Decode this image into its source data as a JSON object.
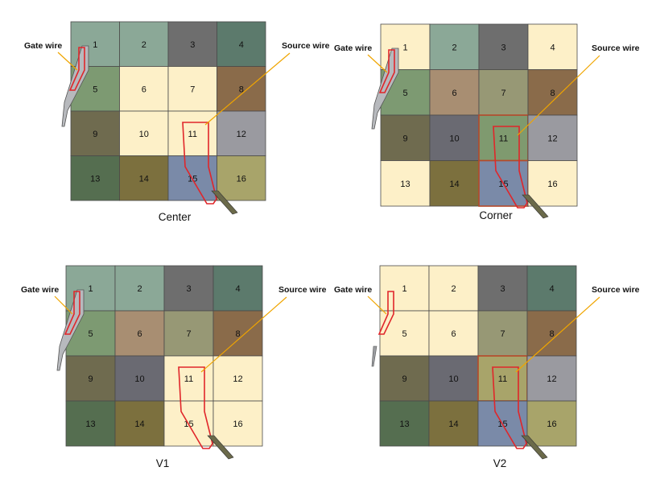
{
  "labels": {
    "gate": "Gate wire",
    "source": "Source wire"
  },
  "cell_numbers": [
    "1",
    "2",
    "3",
    "4",
    "5",
    "6",
    "7",
    "8",
    "9",
    "10",
    "11",
    "12",
    "13",
    "14",
    "15",
    "16"
  ],
  "colors": {
    "cream": "#fdf0c8",
    "grid_line": "#4a4a4a",
    "wire_red": "#e0262a",
    "leader": "#f0a500"
  },
  "panels": [
    {
      "id": "center",
      "caption": "Center",
      "cells": [
        "#8ba897",
        "#8ba897",
        "#6e6e6e",
        "#5c7a6c",
        "#7d9a72",
        "#fdf0c8",
        "#fdf0c8",
        "#8a6b4a",
        "#6f6b4f",
        "#fdf0c8",
        "#fdf0c8",
        "#9a9aa0",
        "#556e50",
        "#7c703e",
        "#7a8aa8",
        "#a8a46a"
      ],
      "highlight_cells": []
    },
    {
      "id": "corner",
      "caption": "Corner",
      "cells": [
        "#fdf0c8",
        "#8ba897",
        "#6e6e6e",
        "#fdf0c8",
        "#7d9a72",
        "#a88e72",
        "#979875",
        "#8a6b4a",
        "#6f6b4f",
        "#6a6a72",
        "#7f9a6f",
        "#9a9aa0",
        "#fdf0c8",
        "#7c703e",
        "#7a8aa8",
        "#fdf0c8"
      ],
      "highlight_cells": [
        "11",
        "15"
      ]
    },
    {
      "id": "v1",
      "caption": "V1",
      "cells": [
        "#8ba897",
        "#8ba897",
        "#6e6e6e",
        "#5c7a6c",
        "#7d9a72",
        "#a88e72",
        "#979875",
        "#8a6b4a",
        "#6f6b4f",
        "#6a6a72",
        "#fdf0c8",
        "#fdf0c8",
        "#556e50",
        "#7c703e",
        "#fdf0c8",
        "#fdf0c8"
      ],
      "highlight_cells": []
    },
    {
      "id": "v2",
      "caption": "V2",
      "cells": [
        "#fdf0c8",
        "#fdf0c8",
        "#6e6e6e",
        "#5c7a6c",
        "#fdf0c8",
        "#fdf0c8",
        "#979875",
        "#8a6b4a",
        "#6f6b4f",
        "#6a6a72",
        "#a8a46a",
        "#9a9aa0",
        "#556e50",
        "#7c703e",
        "#7a8aa8",
        "#a8a46a"
      ],
      "highlight_cells": [
        "11"
      ]
    }
  ]
}
